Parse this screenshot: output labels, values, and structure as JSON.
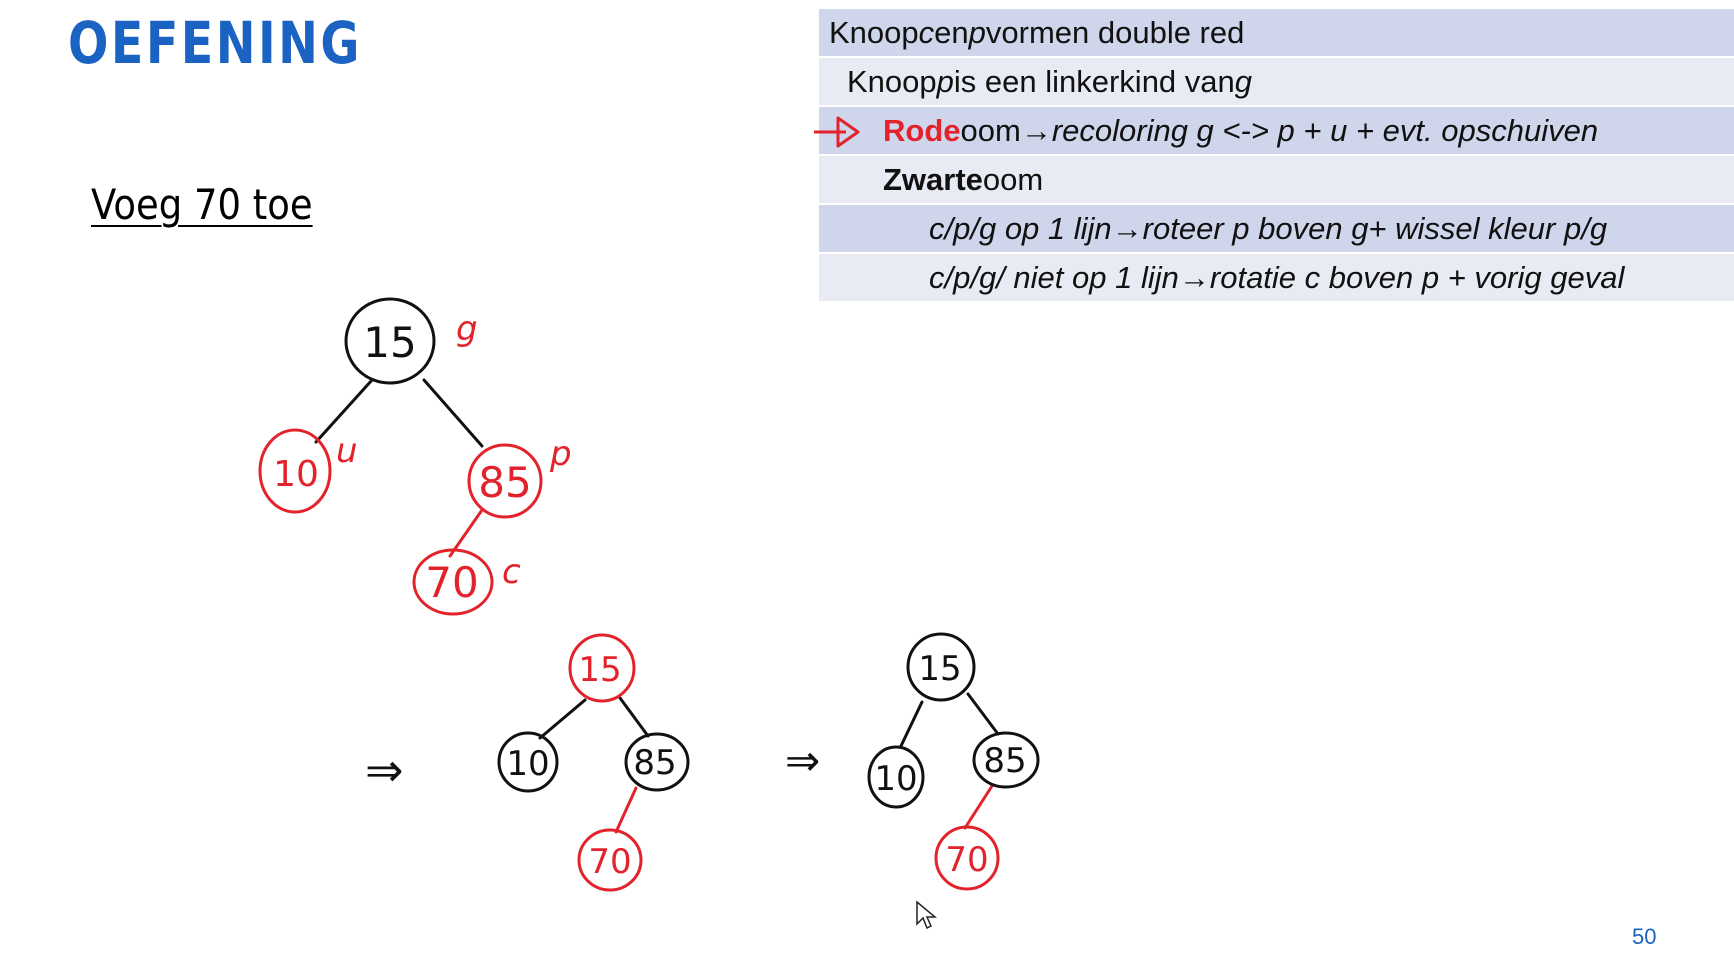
{
  "slide": {
    "title": "OEFENING",
    "subtitle": "Voeg 70 toe",
    "page_number": "50"
  },
  "rules": {
    "row1": {
      "a": "Knoop ",
      "b": "c",
      "c": " en ",
      "d": "p",
      "e": " vormen double red"
    },
    "row2": {
      "a": "Knoop ",
      "b": "p",
      "c": " is een linkerkind van ",
      "d": "g"
    },
    "row3": {
      "a": "Rode",
      "b": " oom ",
      "arrow": "→",
      "c": " recoloring g <-> p + u + evt. opschuiven"
    },
    "row4": {
      "a": "Zwarte",
      "b": " oom"
    },
    "row5": {
      "a": "c/p/g op 1 lijn ",
      "arrow": "→",
      "b": " roteer p boven g+ wissel kleur p/g"
    },
    "row6": {
      "a": "c/p/g/ niet op 1 lijn ",
      "arrow": "→",
      "b": " rotatie c boven p + vorig geval"
    }
  },
  "tree1": {
    "nodes": {
      "root": "15",
      "left": "10",
      "right": "85",
      "child": "70"
    },
    "labels": {
      "g": "g",
      "u": "u",
      "p": "p",
      "c": "c"
    }
  },
  "tree2": {
    "root": "15",
    "left": "10",
    "right": "85",
    "child": "70"
  },
  "tree3": {
    "root": "15",
    "left": "10",
    "right": "85",
    "child": "70"
  },
  "arrows": {
    "a1": "⇒",
    "a2": "⇒"
  },
  "colors": {
    "red": "#e3232c",
    "black": "#111111",
    "title_blue": "#1a63c2"
  }
}
